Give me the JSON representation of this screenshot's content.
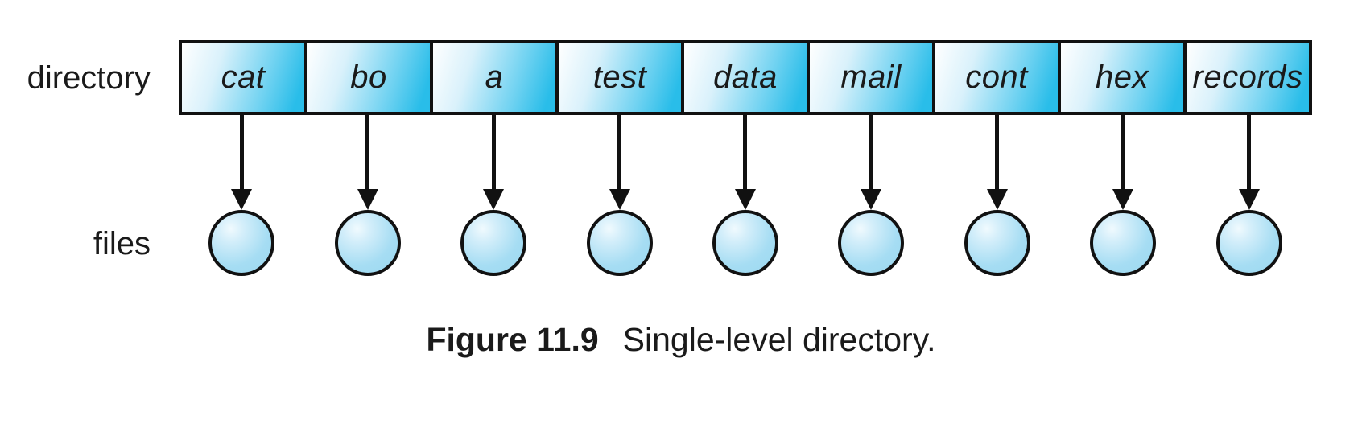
{
  "figure": {
    "labels": {
      "directory": "directory",
      "files": "files"
    },
    "entries": [
      "cat",
      "bo",
      "a",
      "test",
      "data",
      "mail",
      "cont",
      "hex",
      "records"
    ],
    "file_count": 9,
    "caption": {
      "label": "Figure 11.9",
      "text": "Single-level directory."
    },
    "colors": {
      "background": "#ffffff",
      "box_gradient_start": "#ffffff",
      "box_gradient_end": "#29bde9",
      "box_outline": "#111111",
      "arrow": "#111111",
      "circle_fill": "#a6ddf3",
      "circle_highlight": "#f0fafe",
      "text": "#1a1a1a"
    }
  }
}
